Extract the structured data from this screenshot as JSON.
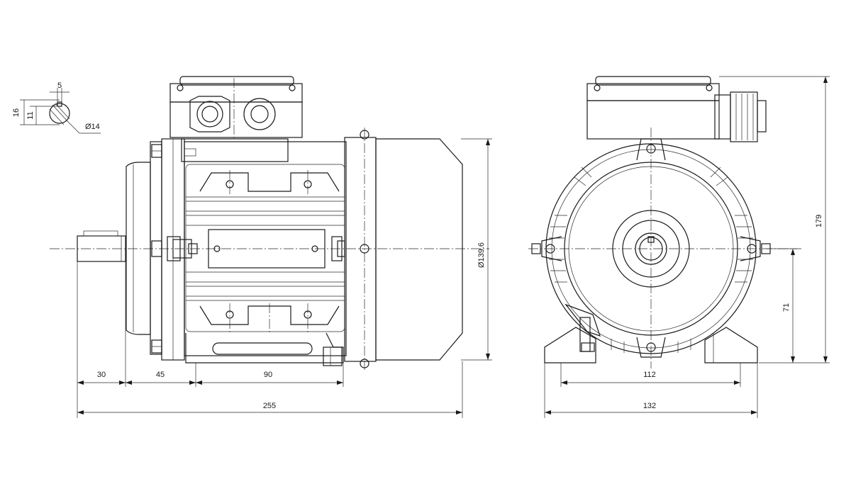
{
  "shaft_section": {
    "key_width": "5",
    "key_height": "16",
    "shaft_key_depth": "11",
    "shaft_diameter": "Ø14"
  },
  "side_view": {
    "shaft_length": "30",
    "flange_to_foot_hole": "45",
    "foot_hole_spacing": "90",
    "overall_length": "255",
    "fan_cover_diameter": "Ø139.6"
  },
  "front_view": {
    "foot_hole_spacing": "112",
    "foot_width": "132",
    "shaft_height": "71",
    "overall_height": "179"
  }
}
